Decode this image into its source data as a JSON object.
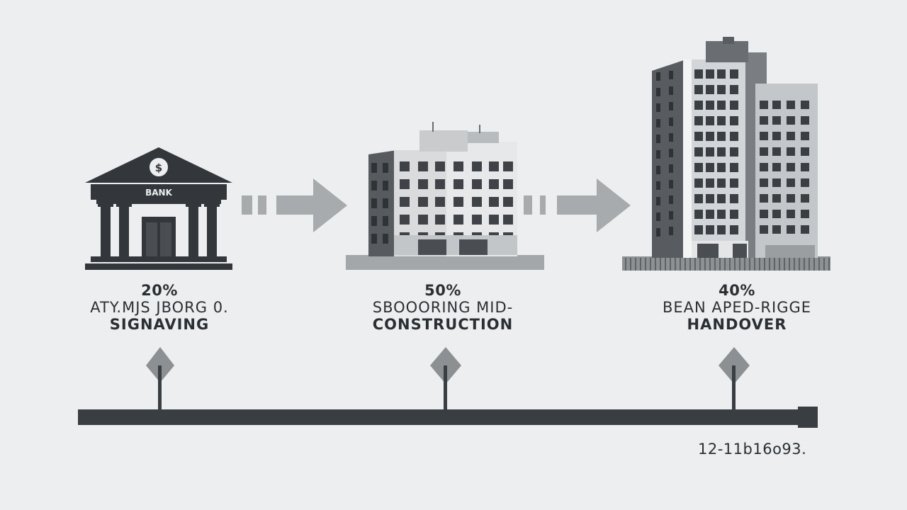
{
  "stages": [
    {
      "percent": "20%",
      "line1": "ATY.MJS JBORG 0.",
      "line2": "SIGNAVING",
      "icon": "bank-building-icon",
      "sign": "BANK"
    },
    {
      "percent": "50%",
      "line1": "SBOOORING MID-",
      "line2": "CONSTRUCTION",
      "icon": "mid-construction-building-icon"
    },
    {
      "percent": "40%",
      "line1": "BEAN APED-RIGGE",
      "line2": "HANDOVER",
      "icon": "completed-tower-icon"
    }
  ],
  "timeline_end_label": "12-11b16o93.",
  "colors": {
    "background": "#eceeef",
    "dark": "#3a3e42",
    "arrow": "#a7abad",
    "marker": "#8c9093"
  }
}
